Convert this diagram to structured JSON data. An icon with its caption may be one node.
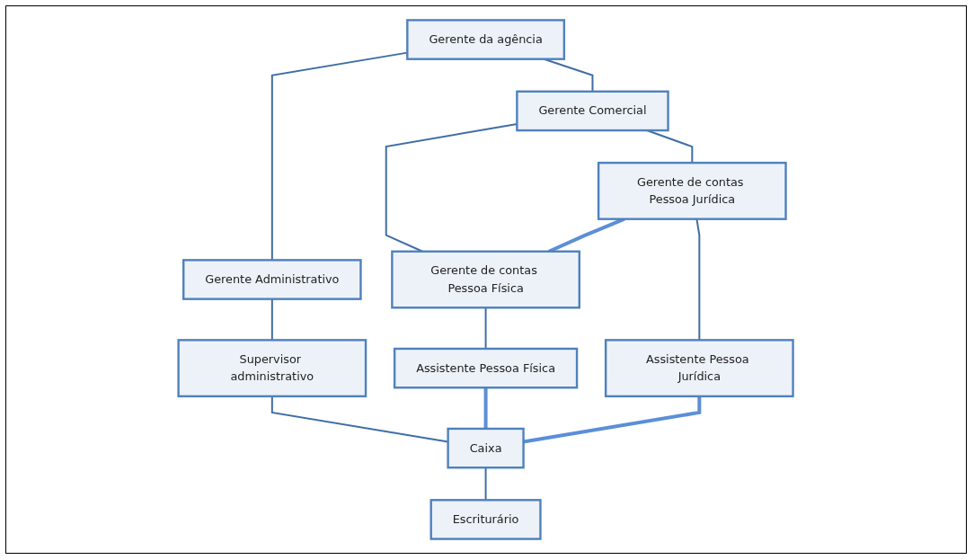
{
  "diagram": {
    "nodes": [
      {
        "text": [
          "Gerente da agência"
        ]
      },
      {
        "text": [
          "Gerente Comercial"
        ]
      },
      {
        "text": [
          "Gerente Administrativo"
        ]
      },
      {
        "text": [
          "Gerente de contas Pessoa Jurídica"
        ]
      },
      {
        "text": [
          "Gerente de contas Pessoa Física"
        ]
      },
      {
        "text": [
          "Supervisor administrativo"
        ]
      },
      {
        "text": [
          "Assistente Pessoa Jurídica"
        ]
      },
      {
        "text": [
          "Assistente Pessoa Física"
        ]
      },
      {
        "text": [
          "Caixa"
        ]
      },
      {
        "text": [
          "Escriturário"
        ]
      }
    ],
    "edges": [
      {
        "from": 0,
        "to": 1,
        "arrow": "none"
      },
      {
        "from": 0,
        "to": 2,
        "arrow": "none"
      },
      {
        "from": 1,
        "to": 3,
        "arrow": "none"
      },
      {
        "from": 1,
        "to": 4,
        "arrow": "none"
      },
      {
        "from": 3,
        "to": 4,
        "arrow": "none",
        "style": "thick",
        "color": "#5b8fd6"
      },
      {
        "from": 3,
        "to": 6,
        "arrow": "none"
      },
      {
        "from": 4,
        "to": 7,
        "arrow": "none"
      },
      {
        "from": 2,
        "to": 5,
        "arrow": "none"
      },
      {
        "from": 5,
        "to": 8,
        "arrow": "none"
      },
      {
        "from": 7,
        "to": 8,
        "arrow": "none",
        "style": "thick",
        "color": "#5b8fd6"
      },
      {
        "from": 6,
        "to": 8,
        "arrow": "none",
        "style": "thick",
        "color": "#5b8fd6"
      },
      {
        "from": 8,
        "to": 9,
        "arrow": "none"
      }
    ]
  }
}
